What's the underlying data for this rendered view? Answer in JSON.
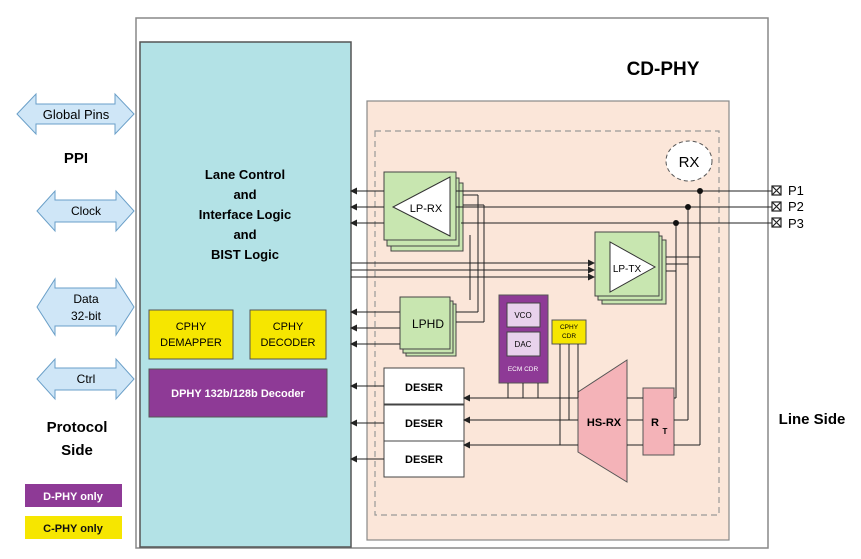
{
  "title": "CD-PHY",
  "left_labels": {
    "ppi": "PPI",
    "protocol_line1": "Protocol",
    "protocol_line2": "Side"
  },
  "right_label": "Line Side",
  "arrows": {
    "global_pins": "Global Pins",
    "clock": "Clock",
    "data_line1": "Data",
    "data_line2": "32-bit",
    "ctrl": "Ctrl"
  },
  "controller": {
    "line1": "Lane Control",
    "line2": "and",
    "line3": "Interface Logic",
    "line4": "and",
    "line5": "BIST Logic",
    "cphy_demapper_1": "CPHY",
    "cphy_demapper_2": "DEMAPPER",
    "cphy_decoder_1": "CPHY",
    "cphy_decoder_2": "DECODER",
    "dphy_decoder": "DPHY 132b/128b Decoder"
  },
  "blocks": {
    "lp_rx": "LP-RX",
    "lp_tx": "LP-TX",
    "lphd": "LPHD",
    "vco": "VCO",
    "dac": "DAC",
    "ecm_cdr": "ECM CDR",
    "cphy_cdr_1": "CPHY",
    "cphy_cdr_2": "CDR",
    "rx": "RX",
    "deser_1": "DESER",
    "deser_2": "DESER",
    "deser_3": "DESER",
    "hs_rx": "HS-RX",
    "rt_r": "R",
    "rt_t": "T"
  },
  "pins": {
    "p1": "P1",
    "p2": "P2",
    "p3": "P3"
  },
  "legend": {
    "dphy_only": "D-PHY only",
    "cphy_only": "C-PHY only"
  },
  "colors": {
    "controller_fill": "#b3e2e6",
    "analog_fill": "#fbe6d9",
    "green_block": "#c8e6b0",
    "purple": "#8e3a96",
    "yellow": "#f6e600",
    "arrow_fill": "#cfe6f7",
    "hsrx_fill": "#f4b3b8"
  }
}
